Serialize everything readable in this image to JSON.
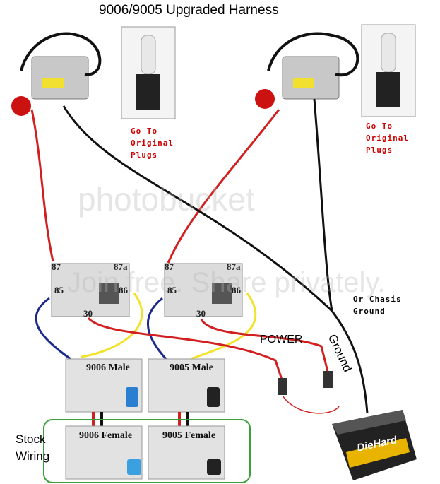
{
  "title": "9006/9005 Upgraded Harness",
  "go_to_original_plugs": "Go To\nOriginal\nPlugs",
  "relays": [
    {
      "pin_87": "87",
      "pin_87a": "87a",
      "pin_85": "85",
      "pin_86": "86",
      "pin_30": "30"
    },
    {
      "pin_87": "87",
      "pin_87a": "87a",
      "pin_85": "85",
      "pin_86": "86",
      "pin_30": "30"
    }
  ],
  "connectors": {
    "male_9006": "9006 Male",
    "male_9005": "9005 Male",
    "female_9006": "9006 Female",
    "female_9005": "9005 Female"
  },
  "labels": {
    "power": "POWER",
    "ground": "Ground",
    "or_chasis_ground": "Or Chasis\nGround",
    "stock_wiring": "Stock\nWiring",
    "battery_brand": "DieHard"
  },
  "watermark": {
    "logo": "photobucket",
    "tagline": "Join free. Share privately."
  },
  "colors": {
    "red": "#d21f1f",
    "blue": "#1c2a8c",
    "yellow": "#f2e22a",
    "black": "#111111",
    "green": "#3aa13a"
  }
}
